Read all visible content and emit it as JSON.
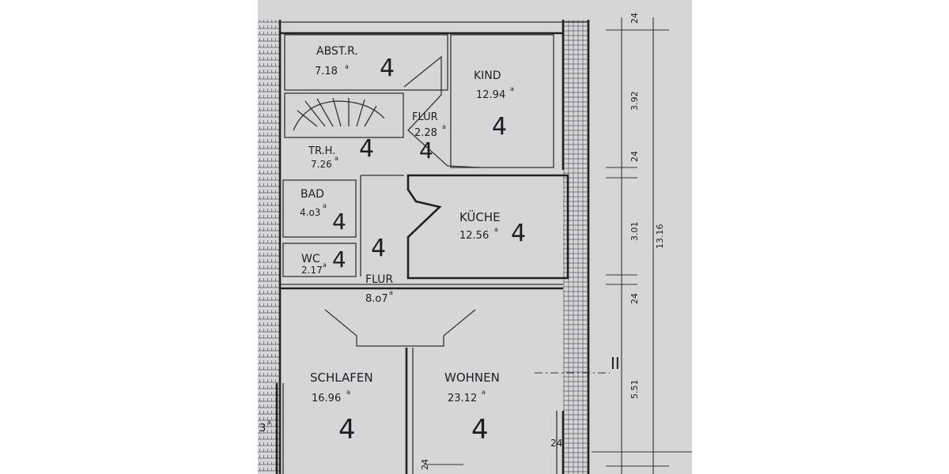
{
  "rooms": [
    {
      "id": "abstr",
      "name": "ABST.R.",
      "area": "7.18",
      "unit": "a",
      "code": "4"
    },
    {
      "id": "kind",
      "name": "KIND",
      "area": "12.94",
      "unit": "a",
      "code": "4"
    },
    {
      "id": "flur1",
      "name": "FLUR",
      "area": "2.28",
      "unit": "a",
      "code": "4"
    },
    {
      "id": "trh",
      "name": "TR.H.",
      "area": "7.26",
      "unit": "a",
      "code": "4"
    },
    {
      "id": "bad",
      "name": "BAD",
      "area": "4.o3",
      "unit": "a",
      "code": "4"
    },
    {
      "id": "kueche",
      "name": "KÜCHE",
      "area": "12.56",
      "unit": "a",
      "code": "4"
    },
    {
      "id": "wc",
      "name": "WC",
      "area": "2.17",
      "unit": "a",
      "code": "4"
    },
    {
      "id": "flur2",
      "name": "FLUR",
      "area": "8.o7",
      "unit": "a",
      "code": "4"
    },
    {
      "id": "schlafen",
      "name": "SCHLAFEN",
      "area": "16.96",
      "unit": "a",
      "code": "4"
    },
    {
      "id": "wohnen",
      "name": "WOHNEN",
      "area": "23.12",
      "unit": "a",
      "code": "4"
    }
  ],
  "dimensions": {
    "d24_top": "24",
    "d392": "3.92",
    "d24_mid": "24",
    "d301": "3.01",
    "d24_low": "24",
    "d551": "5.51",
    "total": "13.16"
  },
  "section_marker": "II",
  "bottom_dim": "24",
  "corner_dim": "24",
  "edge_fragment": "3",
  "edge_fragment_unit": "a"
}
